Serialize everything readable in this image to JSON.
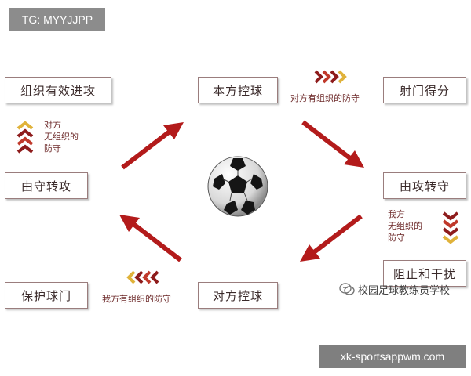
{
  "badge": {
    "text": "TG: MYYJJPP"
  },
  "boxes": {
    "organize_attack": "组织有效进攻",
    "own_ball": "本方控球",
    "shoot": "射门得分",
    "defense_to_attack": "由守转攻",
    "attack_to_defense": "由攻转守",
    "protect_goal": "保护球门",
    "opponent_ball": "对方控球",
    "block_interfere": "阻止和干扰"
  },
  "labels": {
    "opp_organized_defense": "对方有组织的防守",
    "opp_disorganized_lines": [
      "对方",
      "无组织的",
      "防守"
    ],
    "my_disorganized_lines": [
      "我方",
      "无组织的",
      "防守"
    ],
    "my_organized_defense": "我方有组织的防守"
  },
  "watermarks": {
    "wechat_text": "校园足球教练员学校",
    "site": "xk-sportsappwm.com"
  },
  "colors": {
    "arrow_red": "#b31b1b",
    "chevron_gold": "#e0b23a",
    "chevron_dark_red": "#8e1c1c",
    "chevron_red": "#c0392b"
  }
}
